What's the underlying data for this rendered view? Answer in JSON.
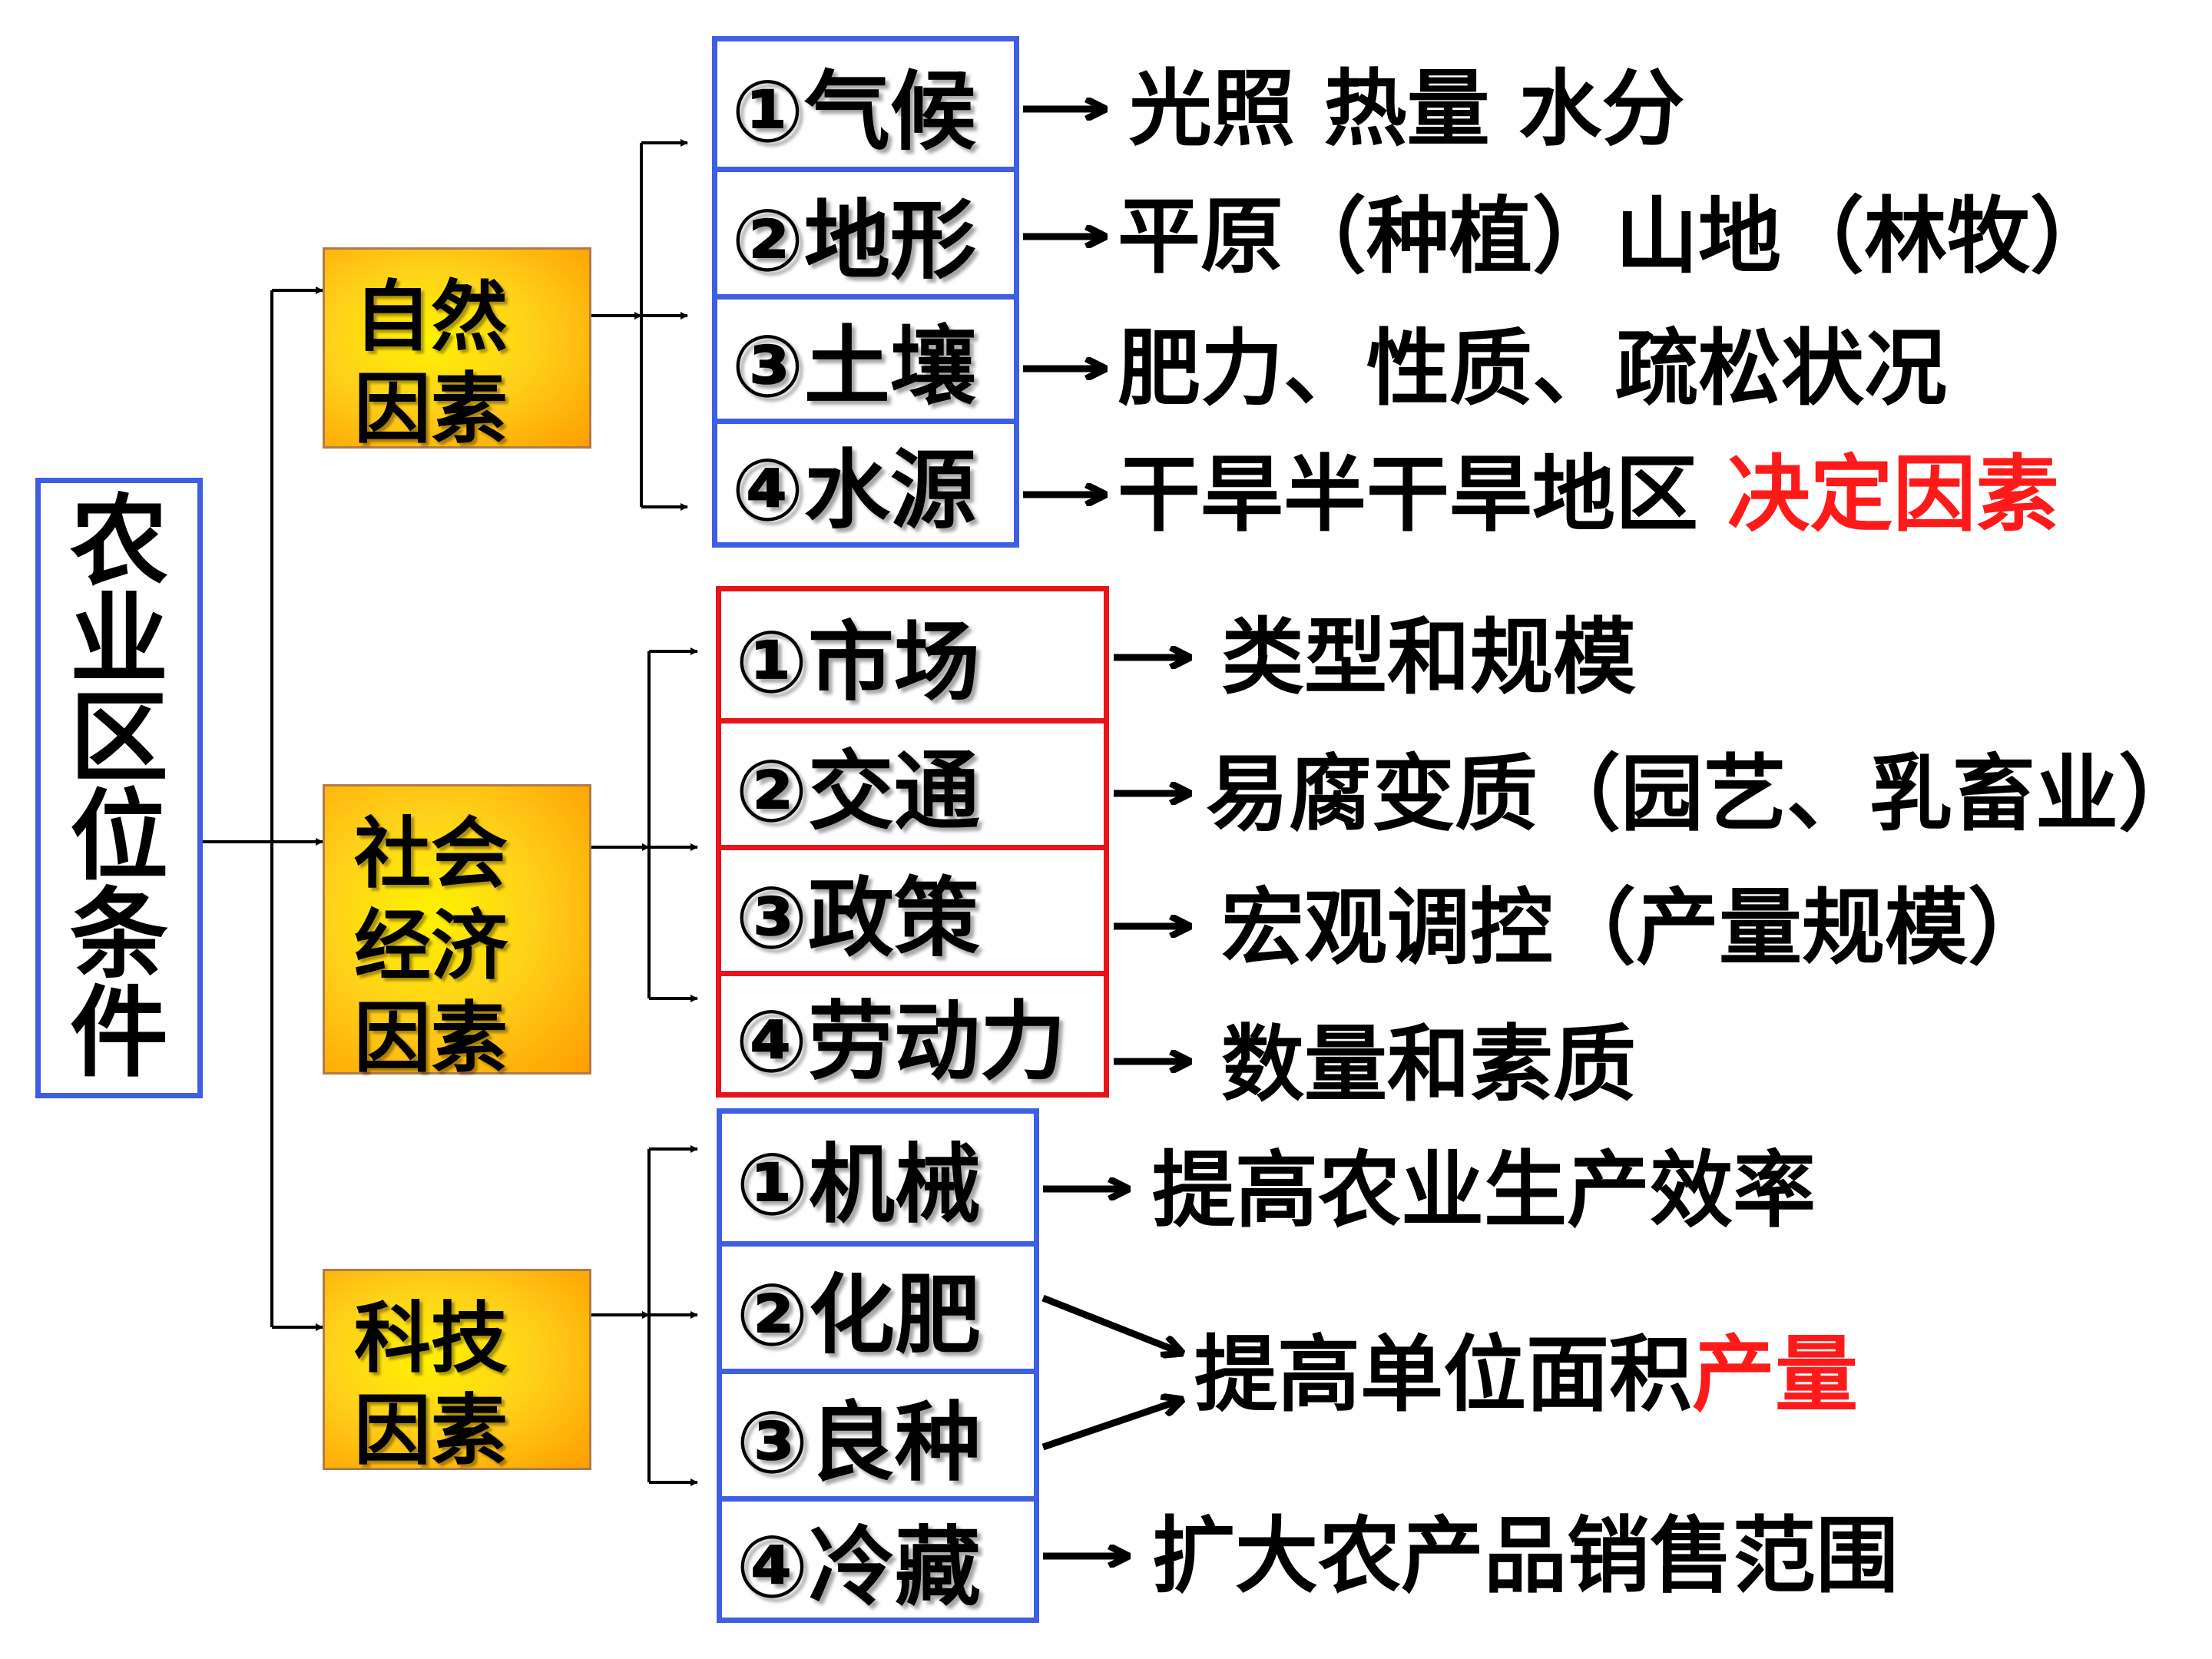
{
  "root": {
    "label": "农业区位条件",
    "chars": [
      "农",
      "业",
      "区",
      "位",
      "条",
      "件"
    ]
  },
  "categories": {
    "natural": {
      "lines": [
        "自然",
        "因素"
      ]
    },
    "social": {
      "lines": [
        "社会",
        "经济",
        "因素"
      ]
    },
    "tech": {
      "lines": [
        "科技",
        "因素"
      ]
    }
  },
  "natural_items": [
    {
      "label": "①气候"
    },
    {
      "label": "②地形"
    },
    {
      "label": "③土壤"
    },
    {
      "label": "④水源"
    }
  ],
  "social_items": [
    {
      "label": "①市场"
    },
    {
      "label": "②交通"
    },
    {
      "label": "③政策"
    },
    {
      "label": "④劳动力"
    }
  ],
  "tech_items": [
    {
      "label": "①机械"
    },
    {
      "label": "②化肥"
    },
    {
      "label": "③良种"
    },
    {
      "label": "④冷藏"
    }
  ],
  "descriptions": {
    "climate": "光照  热量  水分",
    "terrain": "平原（种植）山地（林牧）",
    "soil": "肥力、性质、疏松状况",
    "water_main": "干旱半干旱地区 ",
    "water_highlight": "决定因素",
    "market": "类型和规模",
    "transport": "易腐变质（园艺、乳畜业）",
    "policy": "宏观调控（产量规模）",
    "labor": "数量和素质",
    "machinery": "提高农业生产效率",
    "fert_seed_main": "提高单位面积",
    "fert_seed_highlight": "产量",
    "cold_storage": "扩大农产品销售范围"
  },
  "colors": {
    "box_blue": "#3d5fe3",
    "box_red": "#e8141c",
    "highlight_red": "#ff1a1a",
    "category_fill": "#ffc21a"
  }
}
